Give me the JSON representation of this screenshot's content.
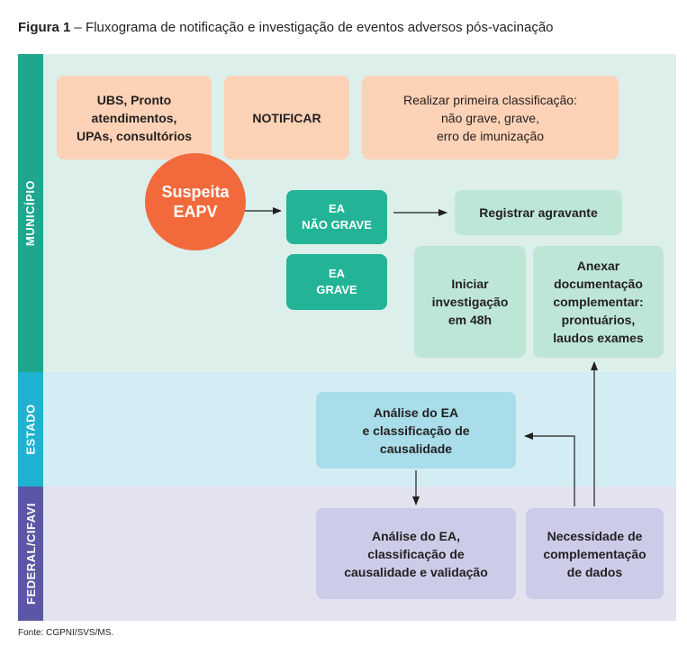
{
  "title": {
    "prefix": "Figura 1",
    "text": " – Fluxograma de notificação e investigação de eventos adversos pós-vacinação"
  },
  "lanes": {
    "municipio": "MUNICÍPIO",
    "estado": "ESTADO",
    "federal": "FEDERAL/CIFAVI"
  },
  "nodes": {
    "ubs": {
      "line1": "UBS, Pronto",
      "line2": "atendimentos,",
      "line3": "UPAs, consultórios"
    },
    "notificar": "NOTIFICAR",
    "classificacao": {
      "line1": "Realizar primeira classificação:",
      "line2": "não grave, grave,",
      "line3": "erro de imunização"
    },
    "suspeita": {
      "line1": "Suspeita",
      "line2": "EAPV"
    },
    "ea_nao_grave": {
      "line1": "EA",
      "line2": "NÃO GRAVE"
    },
    "ea_grave": {
      "line1": "EA",
      "line2": "GRAVE"
    },
    "registrar": "Registrar agravante",
    "iniciar": {
      "line1": "Iniciar",
      "line2": "investigação",
      "line3": "em 48h"
    },
    "anexar": {
      "line1": "Anexar",
      "line2": "documentação",
      "line3": "complementar:",
      "line4": "prontuários,",
      "line5": "laudos exames"
    },
    "analise_estado": {
      "line1": "Análise do EA",
      "line2": "e classificação de",
      "line3": "causalidade"
    },
    "analise_federal": {
      "line1": "Análise do EA,",
      "line2": "classificação de",
      "line3": "causalidade e validação"
    },
    "necessidade": {
      "line1": "Necessidade de",
      "line2": "complementação",
      "line3": "de dados"
    }
  },
  "colors": {
    "municipio": "#dcefeb",
    "estado": "#d4ecf3",
    "federal": "#e3e2ef",
    "municipio_label": "#1ea78e",
    "estado_label": "#1fb3d1",
    "federal_label": "#5b57a6"
  },
  "source": "Fonte: CGPNI/SVS/MS."
}
